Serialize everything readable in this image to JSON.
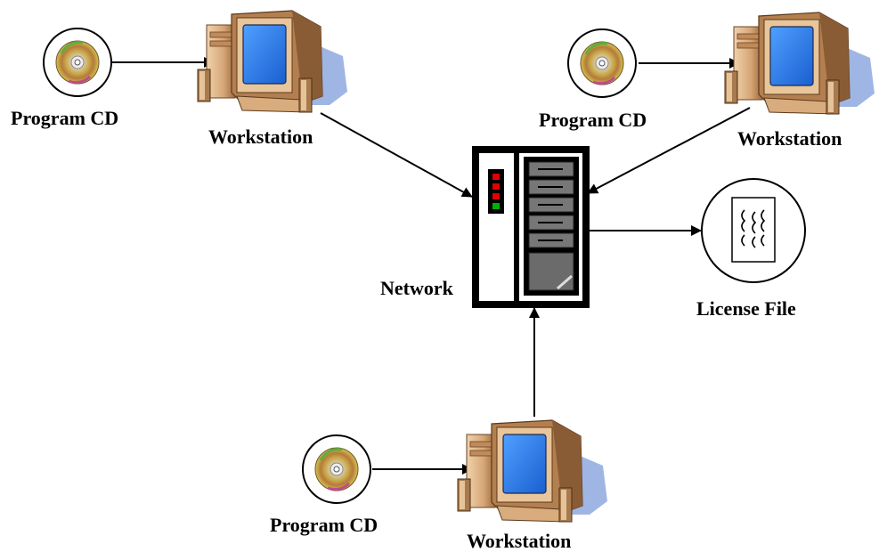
{
  "diagram": {
    "cd_label": "Program CD",
    "workstation_label": "Workstation",
    "network_label": "Network",
    "license_label": "License File"
  },
  "colors": {
    "monitor_beige": "#d9ae82",
    "monitor_dark": "#8a5c35",
    "screen_blue": "#2f7ef0",
    "shadow_blue": "#9fb6e4",
    "led_red": "#e00000",
    "led_green": "#00b000"
  }
}
